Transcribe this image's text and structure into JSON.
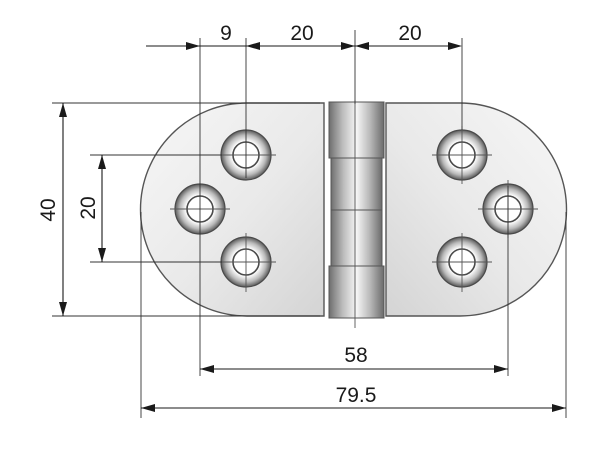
{
  "drawing": {
    "dimensions": {
      "top_left": "9",
      "top_middle": "20",
      "top_right": "20",
      "left_height": "40",
      "left_hole_spacing": "20",
      "hole_span": "58",
      "overall_width": "79.5"
    },
    "colors": {
      "plate": "#eeeeee",
      "plate_edge": "#cfcfcf",
      "outline": "#555555",
      "knuckle_dark": "#6f6f6f",
      "knuckle_light": "#f4f4f4",
      "line": "#1a1a1a"
    }
  }
}
